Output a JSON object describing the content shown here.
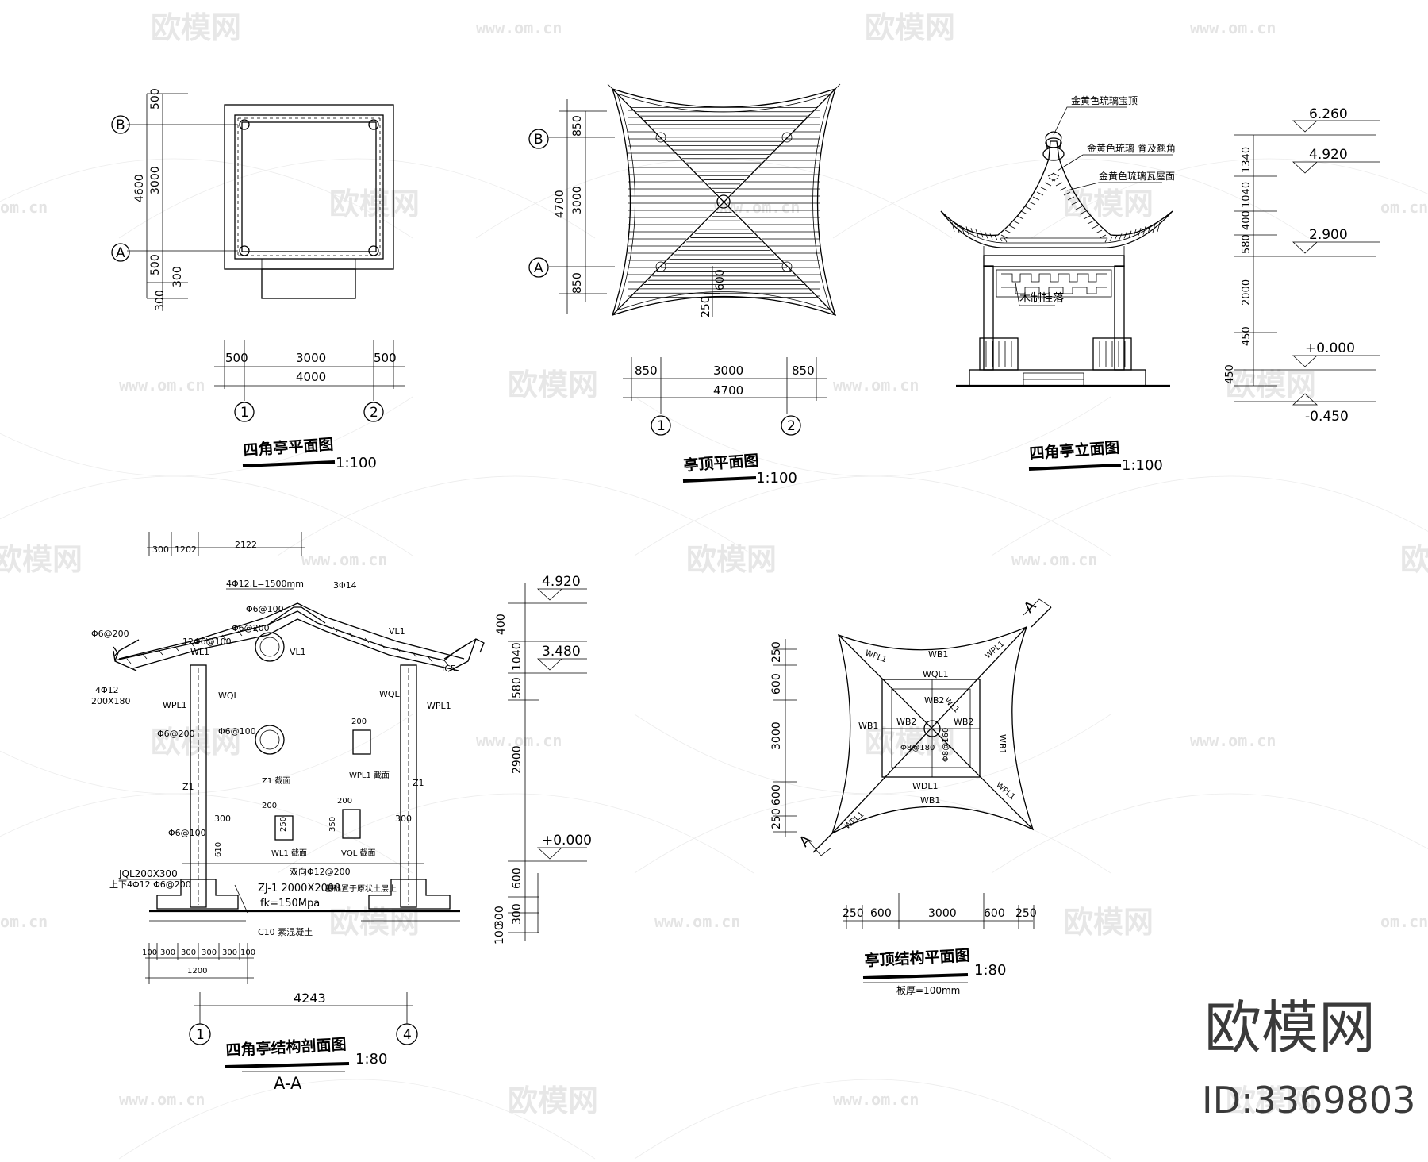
{
  "watermark": {
    "brand_cn": "欧模网",
    "url": "www.om.cn",
    "url_short": "om.cn"
  },
  "brand": {
    "name": "欧模网",
    "id": "ID:3369803"
  },
  "plan": {
    "title": "四角亭平面图",
    "scale": "1:100",
    "axis_b": "B",
    "axis_a": "A",
    "axis_1": "1",
    "axis_2": "2",
    "dims_v": [
      "500",
      "3000",
      "500",
      "300",
      "4600",
      "300"
    ],
    "dims_h": [
      "500",
      "3000",
      "500"
    ],
    "dim_total": "4000"
  },
  "roof_plan": {
    "title": "亭顶平面图",
    "scale": "1:100",
    "axis_b": "B",
    "axis_a": "A",
    "axis_1": "1",
    "axis_2": "2",
    "dims_v": [
      "850",
      "3000",
      "850"
    ],
    "dim_v_total": "4700",
    "dims_h": [
      "850",
      "3000",
      "850"
    ],
    "dim_total": "4700",
    "dim_inner": [
      "600",
      "250"
    ]
  },
  "elevation": {
    "title": "四角亭立面图",
    "scale": "1:100",
    "note_top": "金黄色琉璃宝顶",
    "note_ridge": "金黄色琉璃 脊及翘角",
    "note_roof": "金黄色琉璃瓦屋面",
    "note_wood": "木制挂落",
    "levels": [
      "6.260",
      "4.920",
      "2.900",
      "+0.000",
      "-0.450"
    ],
    "dims": [
      "1340",
      "1040",
      "400",
      "580",
      "2000",
      "450",
      "450"
    ]
  },
  "section": {
    "title": "四角亭结构剖面图",
    "scale": "1:80",
    "subtitle": "A-A",
    "axis_1": "1",
    "axis_4": "4",
    "dim_total": "4243",
    "dims_top": [
      "300",
      "1202",
      "2122"
    ],
    "dims_base": [
      "100",
      "300",
      "300",
      "300",
      "300",
      "100"
    ],
    "dim_base_total": "1200",
    "levels": [
      "4.920",
      "3.480",
      "+0.000"
    ],
    "dims_right": [
      "400",
      "1040",
      "580",
      "2900",
      "600",
      "300",
      "300",
      "100"
    ],
    "labels": {
      "rebar_top": "4Φ12,L=1500mm",
      "rebar_b": "Φ6@100",
      "rebar_c": "Φ6@200",
      "rebar_d": "12Φ6@100",
      "rebar_e": "Φ6@200",
      "rebar_f": "4Φ12",
      "size_f": "200X180",
      "vl1": "VL1",
      "wl1": "WL1",
      "wql": "WQL",
      "wpl1": "WPL1",
      "ic5": "IC5",
      "z1": "Z1",
      "z1_sec": "Z1 截面",
      "wpl1_sec": "WPL1 截面",
      "wl1_sec": "WL1 截面",
      "vql_sec": "VQL 截面",
      "dim300": "300",
      "dim200": "200",
      "dim250": "250",
      "dim350": "350",
      "phi_a": "Φ6@100",
      "phi_b": "Φ6@200",
      "jql": "JQL200X300",
      "jql_rebar": "上下4Φ12 Φ6@200",
      "zj": "ZJ-1 2000X2000",
      "zj_note": "基础置于原状土层上",
      "fk": "fk=150Mpa",
      "c10": "C10 素混凝土",
      "mid": "双向Φ12@200",
      "dim610": "610",
      "rebar_top2": "3Φ14"
    }
  },
  "roof_struct": {
    "title": "亭顶结构平面图",
    "scale": "1:80",
    "note": "板厚=100mm",
    "section_a": "A",
    "dims_v": [
      "250",
      "600",
      "3000",
      "600",
      "250"
    ],
    "dims_h": [
      "250",
      "600",
      "3000",
      "600",
      "250"
    ],
    "labels": {
      "wb1": "WB1",
      "wb2": "WB2",
      "wql1": "WQL1",
      "wpl1": "WPL1",
      "wl1": "WL1",
      "ring": "Φ8@180",
      "ring2": "Φ8@160",
      "wdl1": "WDL1"
    }
  }
}
